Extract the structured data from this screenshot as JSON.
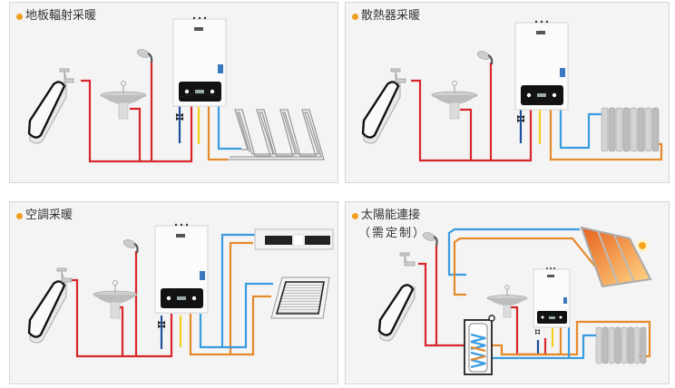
{
  "panels": [
    {
      "id": "floor-heating",
      "title": "地板輻射采暖",
      "terminal": "floor-heating-coil"
    },
    {
      "id": "radiator-heating",
      "title": "散熱器采暖",
      "terminal": "radiator"
    },
    {
      "id": "air-conditioning-heating",
      "title": "空調采暖",
      "terminal": "fan-coil-units"
    },
    {
      "id": "solar-connection",
      "title": "太陽能連接",
      "subtitle": "（需定制）",
      "terminal": "solar-collector"
    }
  ],
  "colors": {
    "hot_water": "#d8262b",
    "cold_water": "#1d4f9c",
    "gas": "#f4d21c",
    "heating_supply": "#e58a2a",
    "heating_return": "#3a9ce0",
    "bullet": "#f0a020"
  }
}
